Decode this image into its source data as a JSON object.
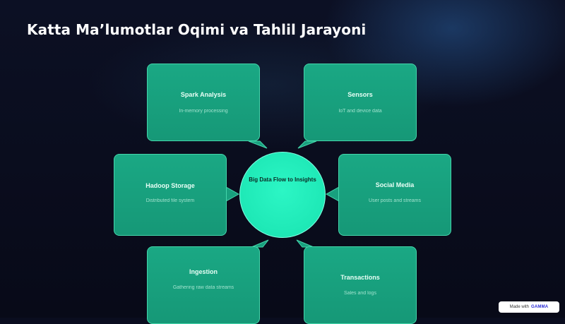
{
  "slide": {
    "title": "Katta Ma’lumotlar Oqimi va Tahlil Jarayoni"
  },
  "hub": {
    "label": "Big Data Flow to Insights"
  },
  "cards": {
    "spark": {
      "title": "Spark Analysis",
      "subtitle": "In-memory processing"
    },
    "sensors": {
      "title": "Sensors",
      "subtitle": "IoT and device data"
    },
    "hadoop": {
      "title": "Hadoop Storage",
      "subtitle": "Distributed file system"
    },
    "social": {
      "title": "Social Media",
      "subtitle": "User posts and streams"
    },
    "ingestion": {
      "title": "Ingestion",
      "subtitle": "Gathering raw data streams"
    },
    "transactions": {
      "title": "Transactions",
      "subtitle": "Sales and logs"
    }
  },
  "badge": {
    "prefix": "Made with",
    "brand": "GAMMA"
  },
  "colors": {
    "card_fill": "#1aa884",
    "card_border": "#44d6ab",
    "hub_fill": "#1ee8b6",
    "background": "#0a0d1f"
  }
}
